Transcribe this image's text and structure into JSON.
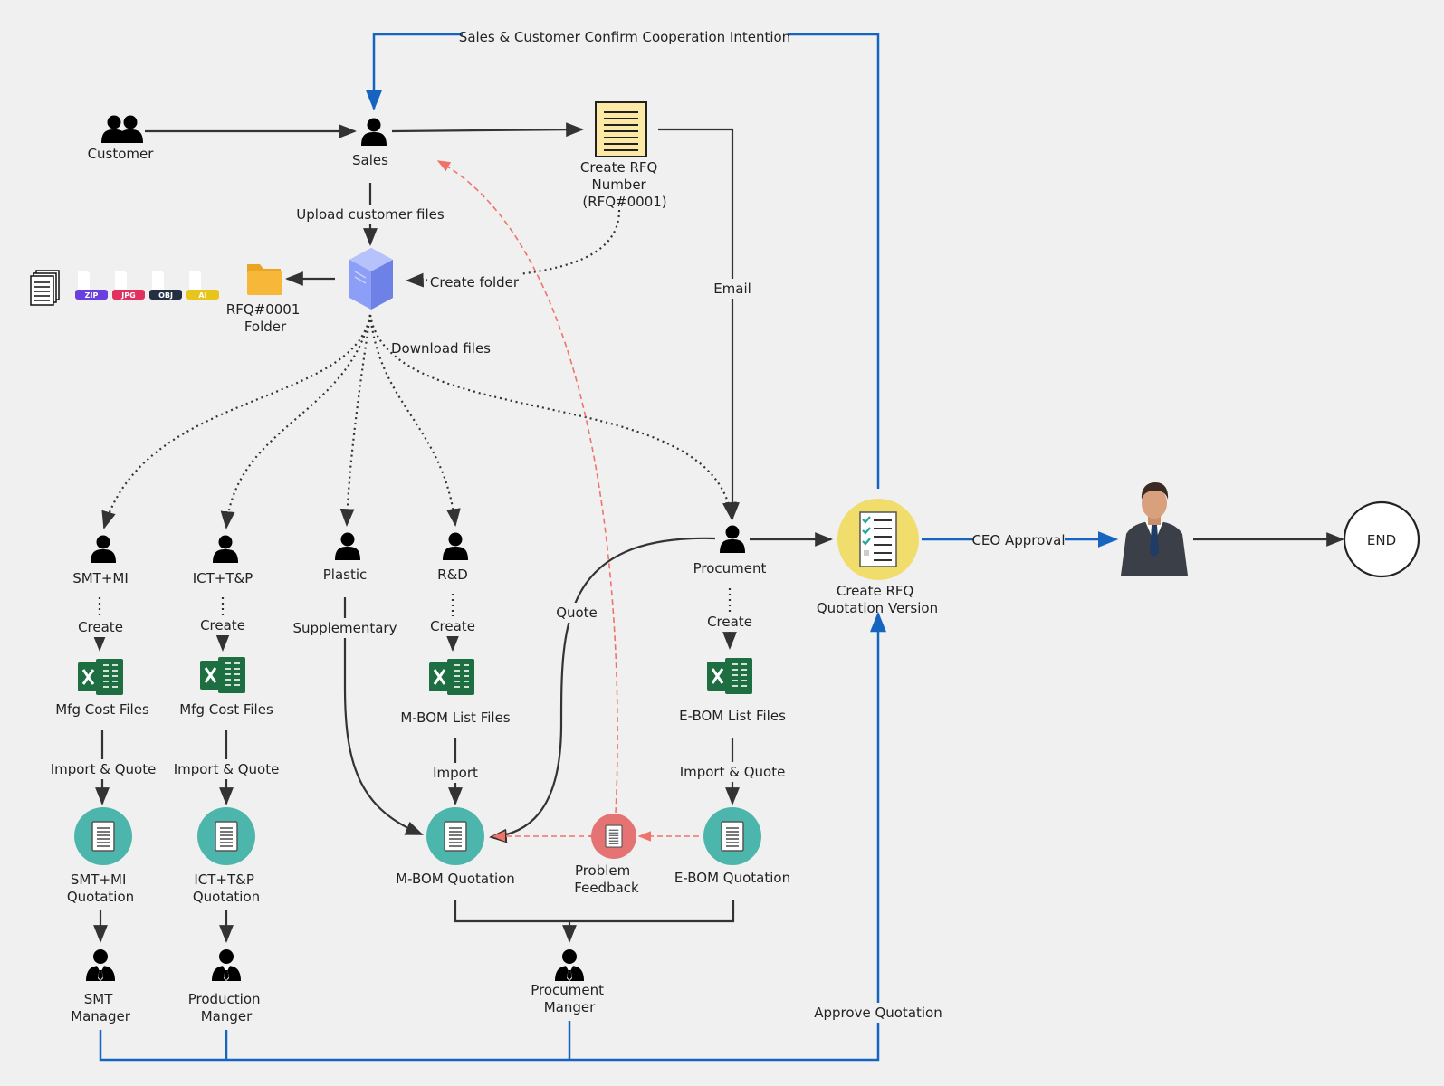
{
  "colors": {
    "background": "#f0f0f0",
    "line": "#333333",
    "blue_line": "#1565c0",
    "feedback": "#f0736b",
    "teal": "#4db6ac",
    "yellow": "#f0dd6b",
    "red": "#e57373",
    "excel": "#1d6f42",
    "server": "#8c9ef5",
    "folder": "#f7b83a"
  },
  "nodes": {
    "customer": "Customer",
    "sales": "Sales",
    "rfq_number": [
      "Create RFQ",
      "Number",
      "(RFQ#0001)"
    ],
    "rfq_folder": [
      "RFQ#0001",
      "Folder"
    ],
    "smt_mi": "SMT+MI",
    "ict_tp": "ICT+T&P",
    "plastic": "Plastic",
    "rd": "R&D",
    "procument": "Procument",
    "mfg_cost_1": "Mfg Cost Files",
    "mfg_cost_2": "Mfg Cost Files",
    "mbom_list": "M-BOM List Files",
    "ebom_list": "E-BOM List Files",
    "smt_quotation": [
      "SMT+MI",
      "Quotation"
    ],
    "ict_quotation": [
      "ICT+T&P",
      "Quotation"
    ],
    "mbom_quotation": "M-BOM Quotation",
    "problem_feedback": [
      "Problem",
      "Feedback"
    ],
    "ebom_quotation": "E-BOM Quotation",
    "smt_manager": [
      "SMT",
      "Manager"
    ],
    "production_manager": [
      "Production",
      "Manger"
    ],
    "procument_manager": [
      "Procument",
      "Manger"
    ],
    "rfq_quotation_version": [
      "Create RFQ",
      "Quotation Version"
    ],
    "end": "END",
    "file_badges": [
      "ZIP",
      "JPG",
      "OBJ",
      "AI"
    ]
  },
  "edges": {
    "confirm": "Sales & Customer Confirm Cooperation Intention",
    "upload": "Upload customer files",
    "create_folder": "Create folder",
    "email": "Email",
    "download": "Download files",
    "create_1": "Create",
    "create_2": "Create",
    "create_3": "Create",
    "create_4": "Create",
    "supplementary": "Supplementary",
    "quote": "Quote",
    "import_quote_1": "Import & Quote",
    "import_quote_2": "Import & Quote",
    "import": "Import",
    "import_quote_3": "Import & Quote",
    "ceo_approval": "CEO Approval",
    "approve_quotation": "Approve Quotation"
  }
}
